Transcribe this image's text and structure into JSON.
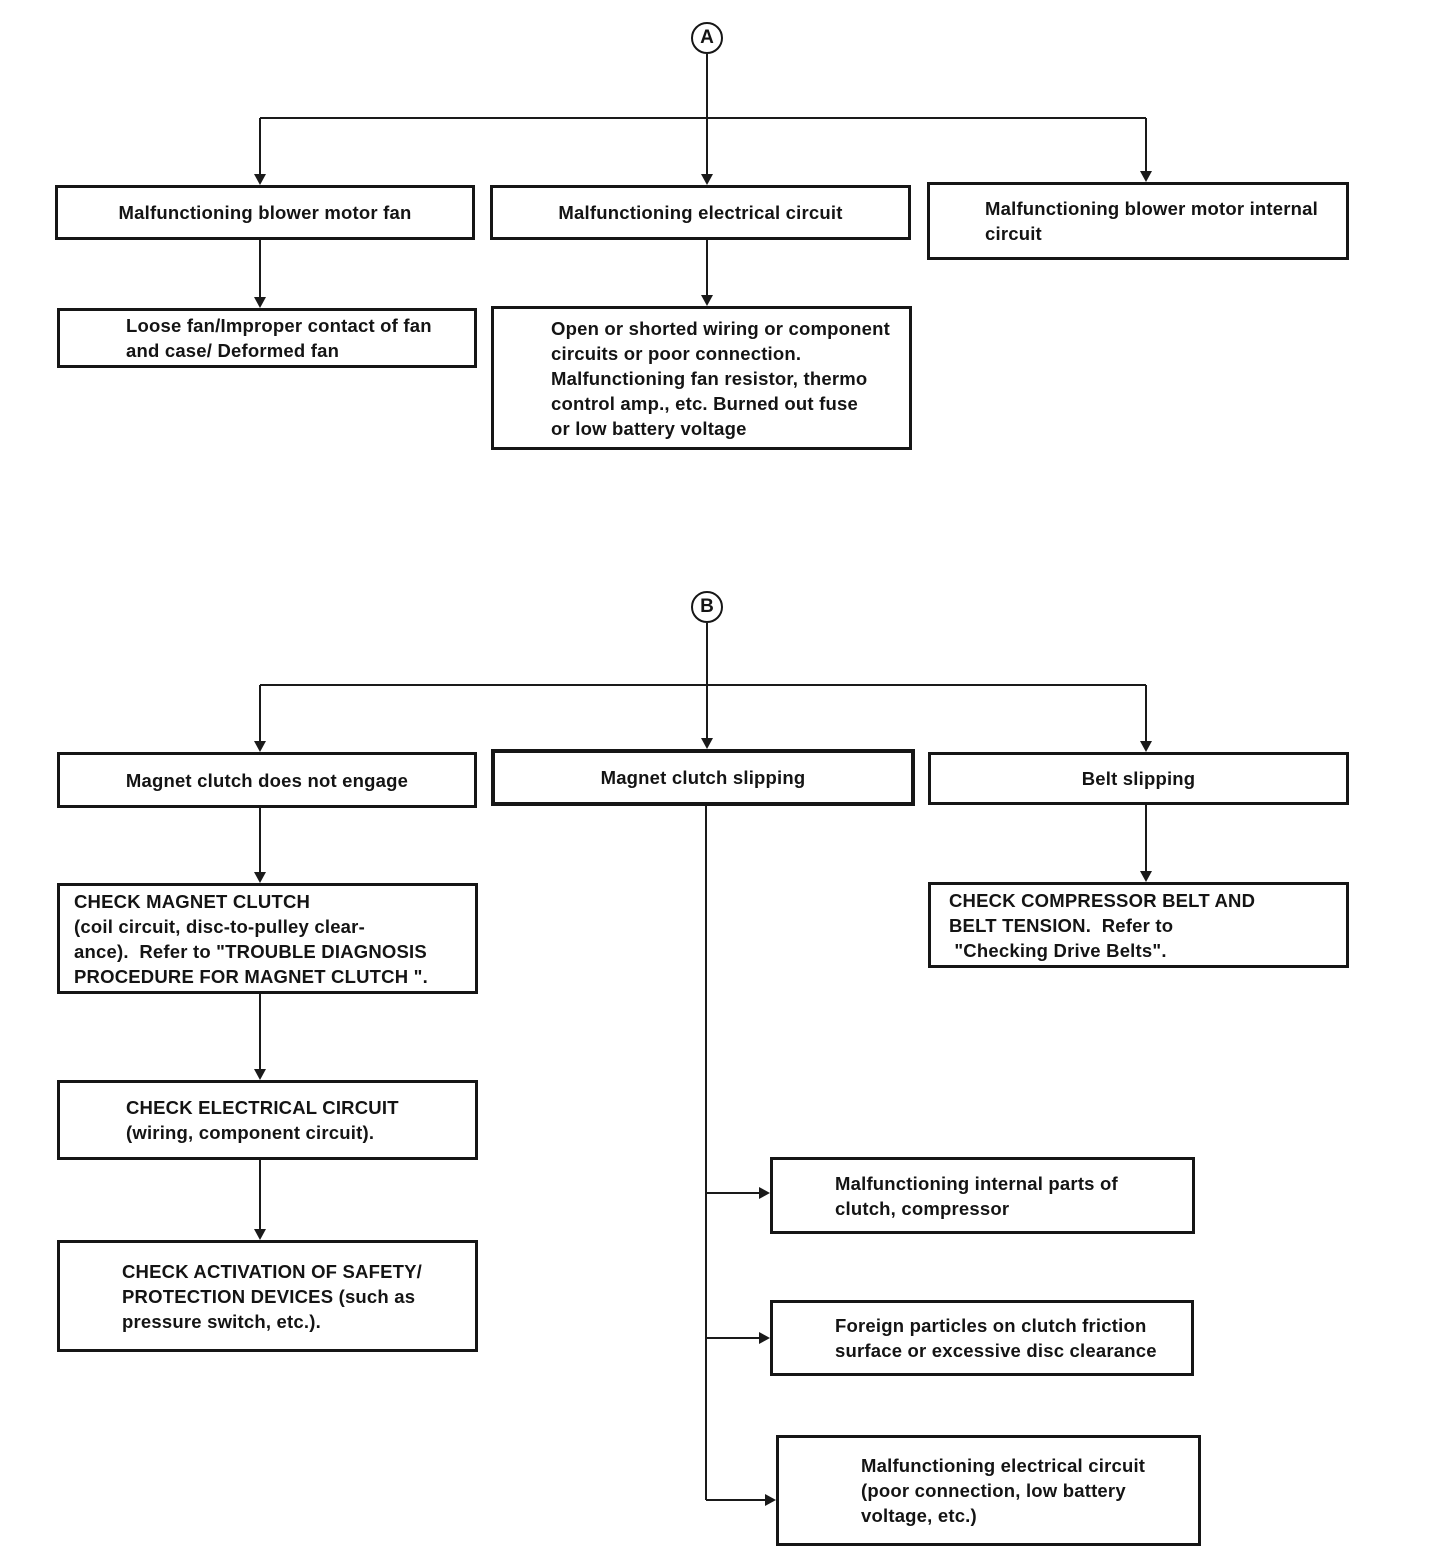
{
  "diagram": {
    "title_hint": "A/C troubleshooting flowchart",
    "ink_color": "#1a1a1a",
    "paper_color": "#ffffff",
    "connectors": {
      "a": "A",
      "b": "B"
    },
    "section_a": {
      "causes": {
        "blower_fan": [
          "Malfunctioning blower motor fan"
        ],
        "electrical_circuit": [
          "Malfunctioning electrical circuit"
        ],
        "blower_internal": [
          "Malfunctioning blower motor internal",
          "circuit"
        ]
      },
      "details": {
        "loose_fan": [
          "Loose fan/Improper contact of fan",
          "and case/ Deformed fan"
        ],
        "open_shorted": [
          "Open or shorted wiring or component",
          "circuits or poor connection.",
          "Malfunctioning fan resistor, thermo",
          "control amp., etc. Burned out fuse",
          "or low battery voltage"
        ]
      }
    },
    "section_b": {
      "causes": {
        "clutch_not_engage": [
          "Magnet clutch does not engage"
        ],
        "clutch_slipping": [
          "Magnet clutch slipping"
        ],
        "belt_slipping": [
          "Belt slipping"
        ]
      },
      "checks": {
        "check_magnet_clutch": [
          "CHECK MAGNET CLUTCH",
          "(coil circuit, disc-to-pulley clear-",
          "ance).  Refer to \"TROUBLE DIAGNOSIS",
          "PROCEDURE FOR MAGNET CLUTCH \"."
        ],
        "check_electrical_circuit": [
          "CHECK ELECTRICAL CIRCUIT",
          "(wiring, component circuit)."
        ],
        "check_safety_devices": [
          "CHECK ACTIVATION OF SAFETY/",
          "PROTECTION DEVICES (such as",
          "pressure switch, etc.)."
        ],
        "check_compressor_belt": [
          "CHECK COMPRESSOR BELT AND",
          "BELT TENSION.  Refer to",
          " \"Checking Drive Belts\"."
        ]
      },
      "slipping_causes": {
        "internal_parts": [
          "Malfunctioning internal parts of",
          "clutch, compressor"
        ],
        "foreign_particles": [
          "Foreign particles on clutch friction",
          "surface or excessive disc clearance"
        ],
        "electrical_poor_connection": [
          "Malfunctioning electrical circuit",
          "(poor connection, low battery",
          "voltage, etc.)"
        ]
      }
    }
  }
}
